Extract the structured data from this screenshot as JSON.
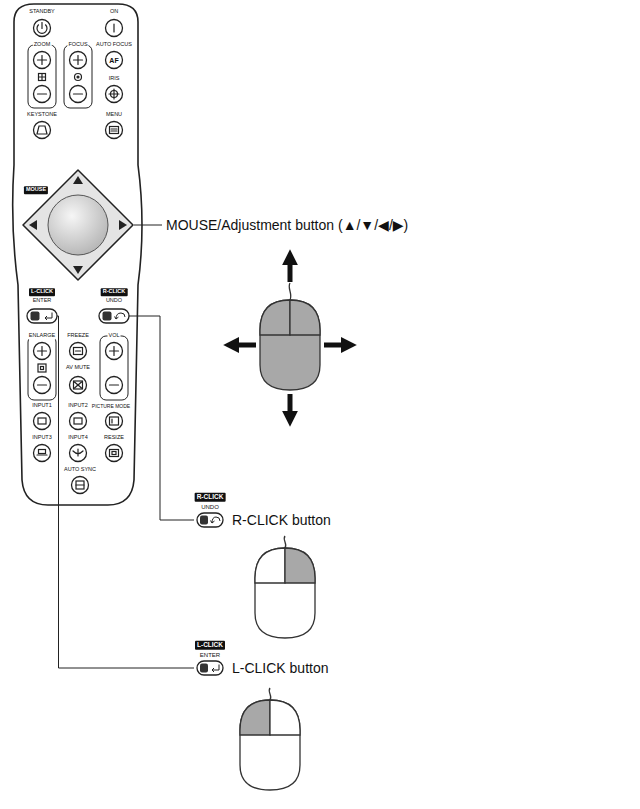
{
  "diagram": {
    "labels": [
      "STANDBY",
      "ON",
      "ZOOM",
      "FOCUS",
      "AUTO FOCUS",
      "AF",
      "IRIS",
      "KEYSTONE",
      "MENU",
      "MOUSE",
      "L-CLICK",
      "ENTER",
      "R-CLICK",
      "UNDO",
      "ENLARGE",
      "FREEZE",
      "VOL",
      "AV MUTE",
      "INPUT1",
      "INPUT2",
      "PICTURE MODE",
      "INPUT3",
      "INPUT4",
      "RESIZE",
      "AUTO SYNC",
      "MOUSE/Adjustment button (▲/▼/◀/▶)",
      "R-CLICK",
      "UNDO",
      "R-CLICK button",
      "L-CLICK",
      "ENTER",
      "L-CLICK button"
    ]
  }
}
